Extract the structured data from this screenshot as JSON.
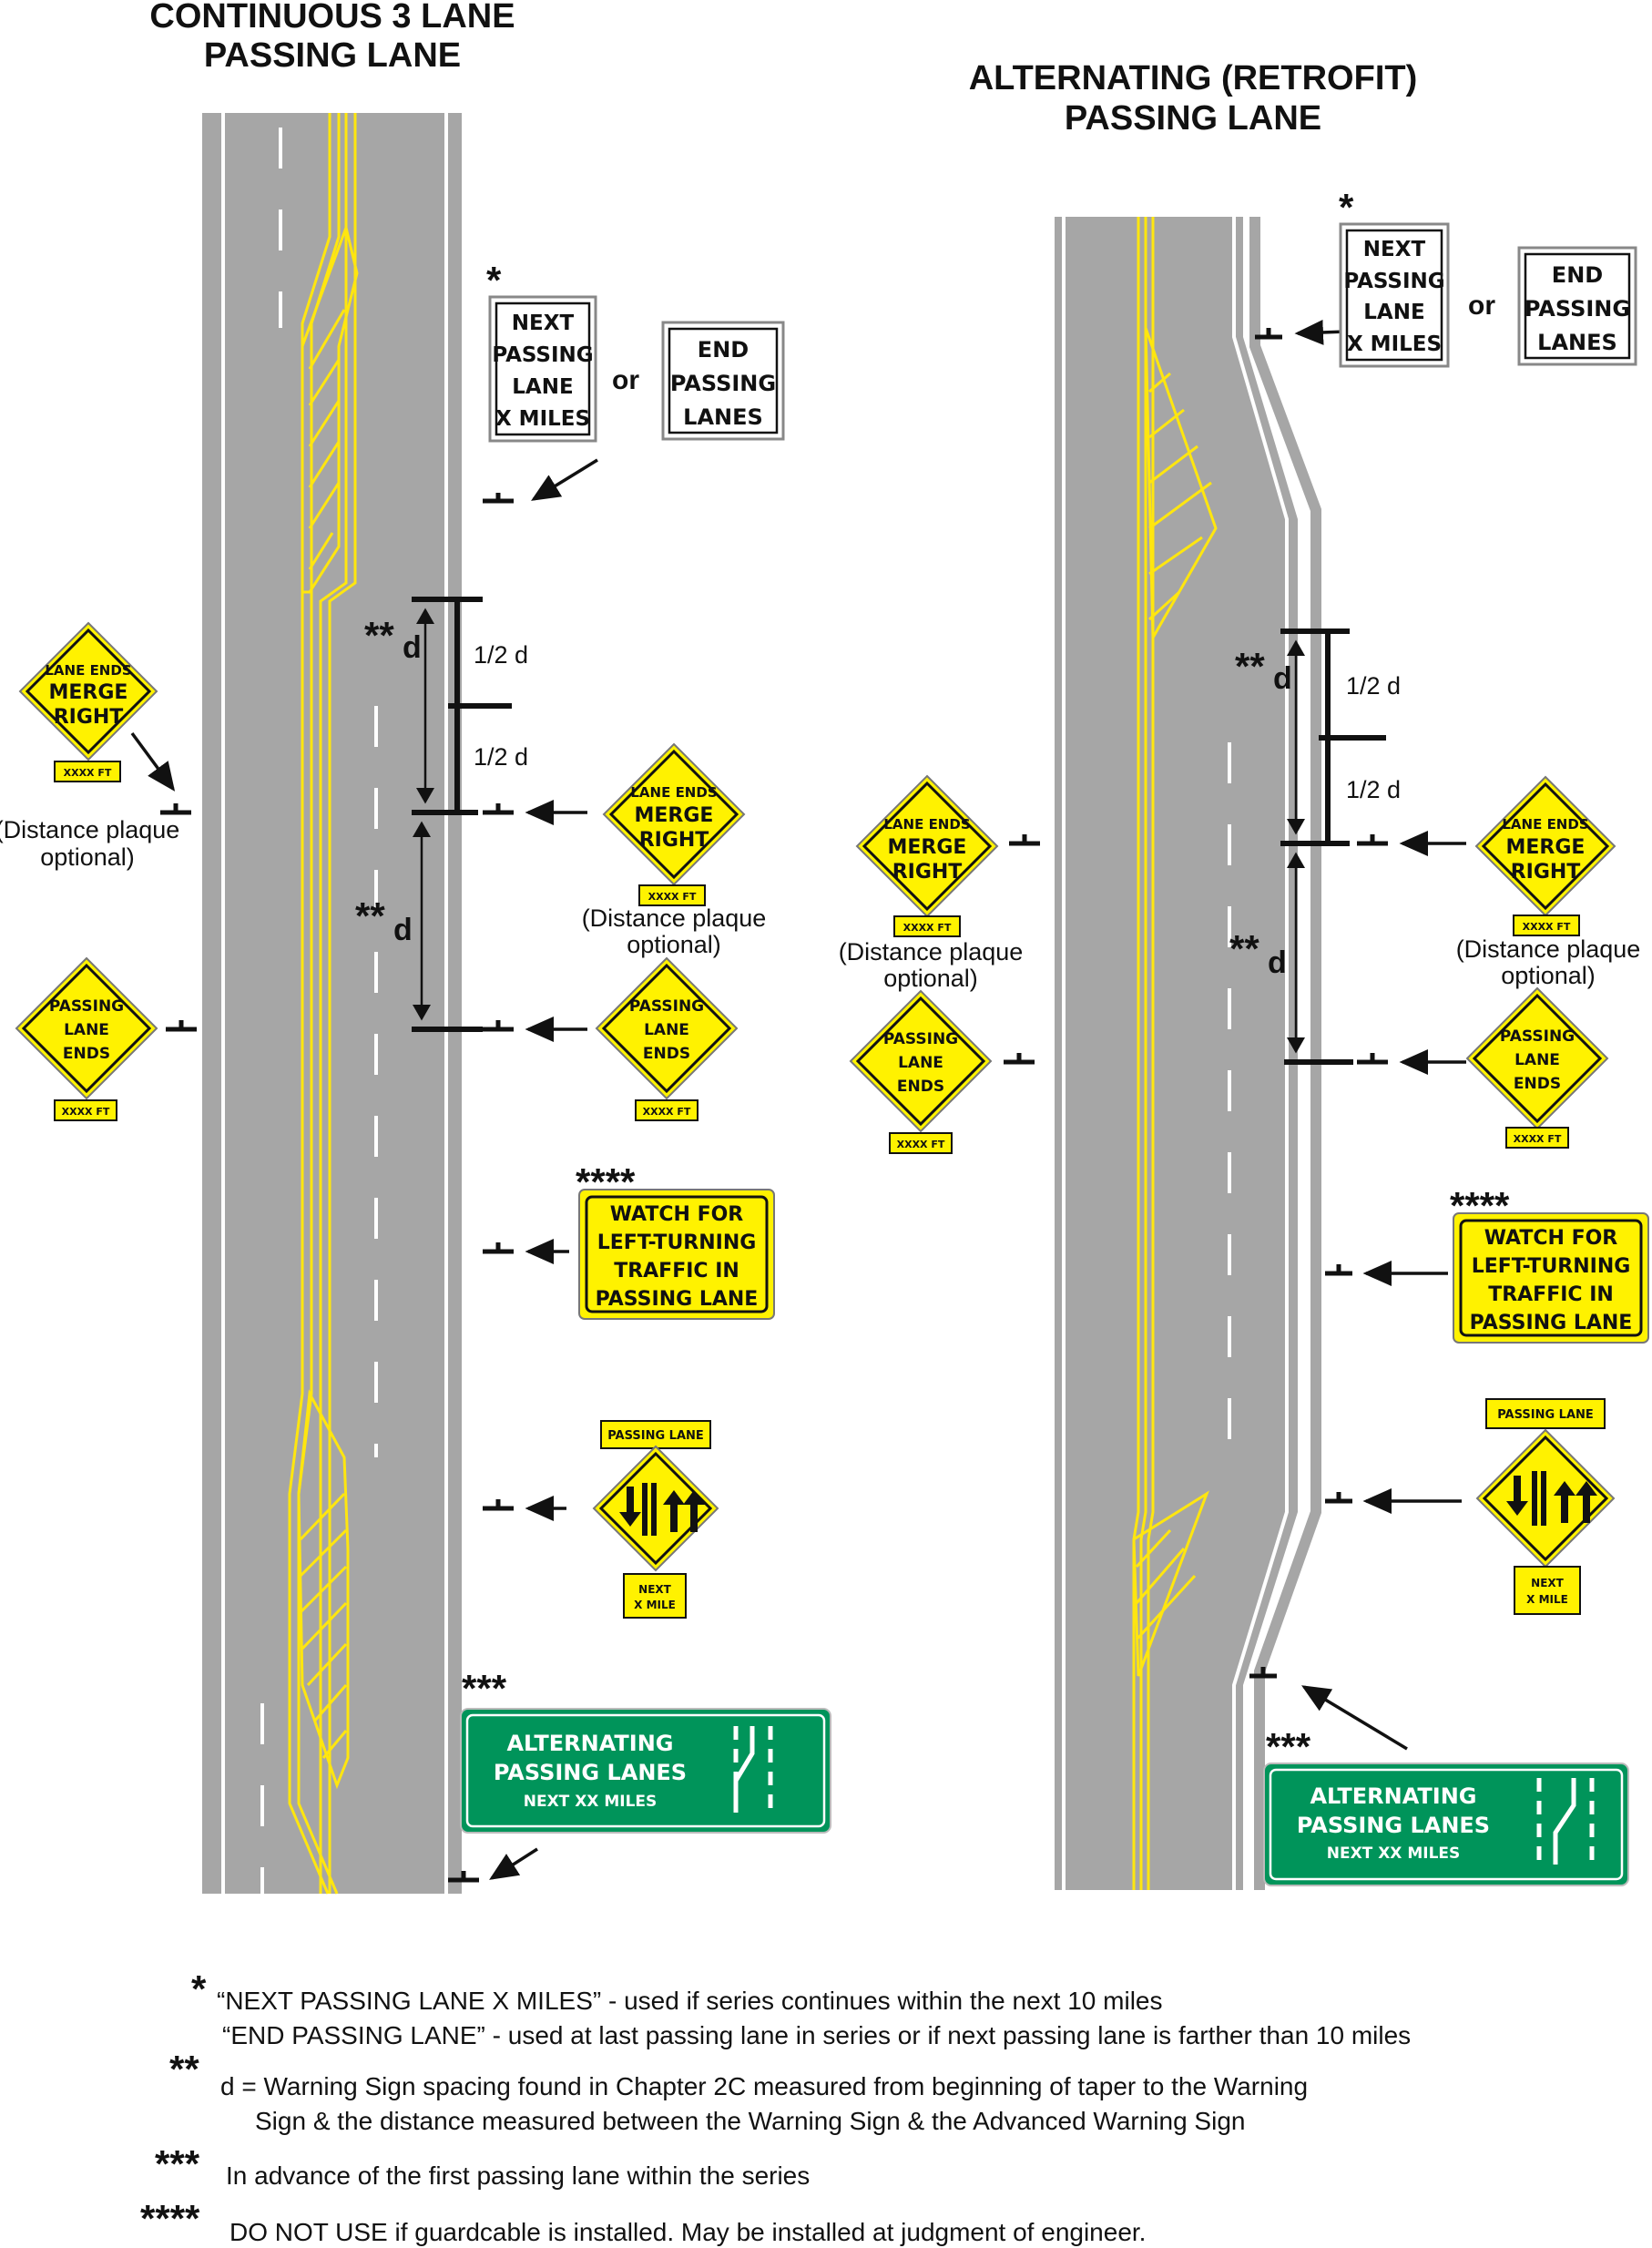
{
  "titles": {
    "left_line1": "CONTINUOUS 3 LANE",
    "left_line2": "PASSING LANE",
    "right_line1": "ALTERNATING (RETROFIT)",
    "right_line2": "PASSING LANE"
  },
  "signs": {
    "next_passing": [
      "NEXT",
      "PASSING",
      "LANE",
      "X MILES"
    ],
    "end_passing": [
      "END",
      "PASSING",
      "LANES"
    ],
    "or_word": "or",
    "lane_ends_merge": [
      "LANE ENDS",
      "MERGE",
      "RIGHT"
    ],
    "passing_lane_ends": [
      "PASSING",
      "LANE",
      "ENDS"
    ],
    "distance_plaque": "XXXX FT",
    "watch_for": [
      "WATCH FOR",
      "LEFT-TURNING",
      "TRAFFIC IN",
      "PASSING LANE"
    ],
    "passing_lane_plaque": "PASSING LANE",
    "next_x_mile": [
      "NEXT",
      "X MILE"
    ],
    "guide_sign": [
      "ALTERNATING",
      "PASSING LANES",
      "NEXT XX MILES"
    ]
  },
  "labels": {
    "half_d": "1/2 d",
    "d": "d",
    "double_star": "**",
    "single_star": "*",
    "triple_star": "***",
    "quad_star": "****",
    "plaque_note_1": "(Distance plaque",
    "plaque_note_2": "optional)"
  },
  "footnotes": [
    {
      "mark": "*",
      "lines": [
        "“NEXT PASSING LANE X MILES” - used if series continues within the next 10 miles",
        "“END PASSING LANE” - used at last passing lane in series or if next passing lane is farther than 10 miles"
      ]
    },
    {
      "mark": "**",
      "lines": [
        "d = Warning Sign spacing found in Chapter 2C measured from beginning of taper to the Warning",
        "Sign & the distance measured between the Warning Sign & the Advanced Warning Sign"
      ]
    },
    {
      "mark": "***",
      "lines": [
        "In advance of the first passing lane within the series"
      ]
    },
    {
      "mark": "****",
      "lines": [
        "DO NOT USE if guardcable is installed.  May be installed at judgment of engineer."
      ]
    }
  ],
  "colors": {
    "pavement": "#a6a6a6",
    "stripe_yellow": "#ffe60f",
    "warning_yellow": "#fff200",
    "guide_green": "#00945a",
    "black": "#111111"
  }
}
